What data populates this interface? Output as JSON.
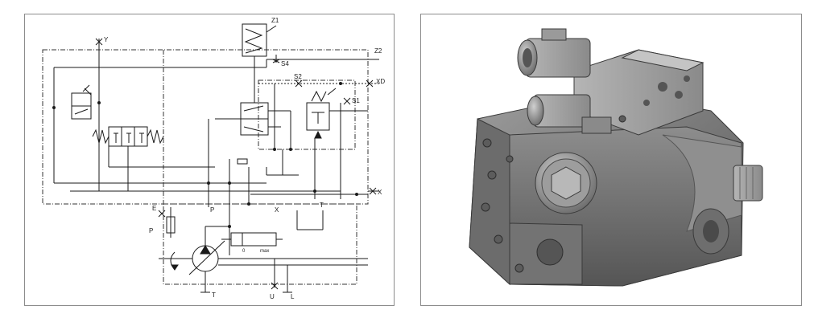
{
  "schematic": {
    "labels": {
      "z1": "Z1",
      "z2": "Z2",
      "y": "Y",
      "s4": "S4",
      "s2": "S2",
      "xd": "XD",
      "s1": "S1",
      "x": "X",
      "e": "E",
      "p_upper": "P",
      "x_mid": "X",
      "t_mid": "T",
      "p_left": "P",
      "t_bottom": "T",
      "u": "U",
      "l": "L",
      "min": "0",
      "max": "max"
    }
  },
  "colors": {
    "border": "#8c8c8c",
    "line": "#1a1a1a"
  }
}
